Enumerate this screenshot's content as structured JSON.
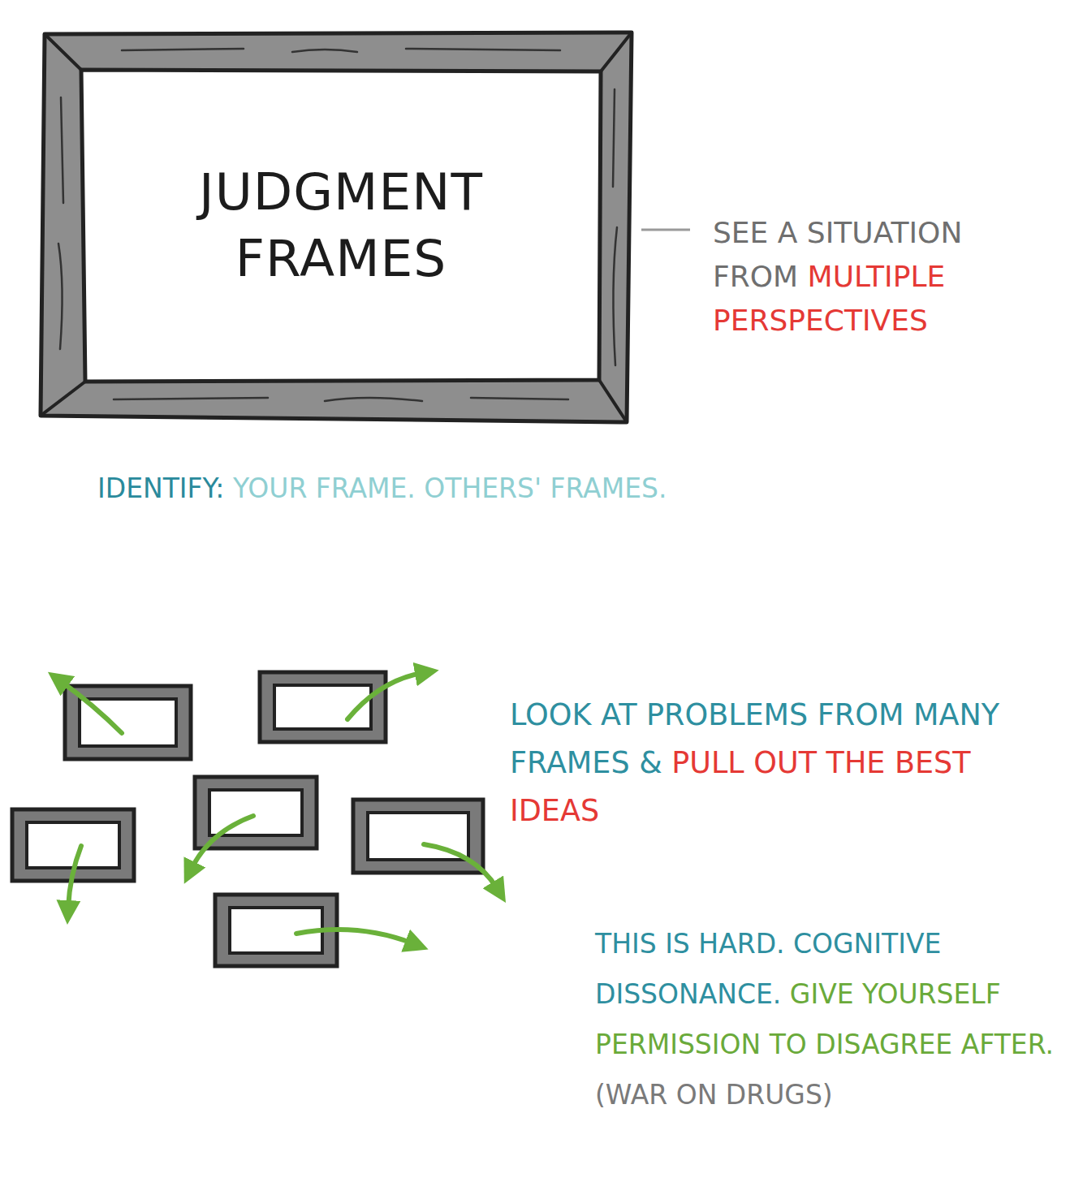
{
  "diagram": {
    "nodes": [
      {
        "text": [
          "JUDGMENT FRAMES"
        ]
      }
    ],
    "labels": [
      "SEE A SITUATION FROM",
      "MULTIPLE PERSPECTIVES",
      "IDENTIFY:",
      "YOUR FRAME. OTHERS' FRAMES.",
      "LOOK AT PROBLEMS FROM MANY FRAMES &",
      "PULL OUT THE BEST IDEAS",
      "THIS IS HARD. COGNITIVE DISSONANCE.",
      "GIVE YOURSELF PERMISSION TO DISAGREE AFTER.",
      "(WAR ON DRUGS)"
    ]
  }
}
